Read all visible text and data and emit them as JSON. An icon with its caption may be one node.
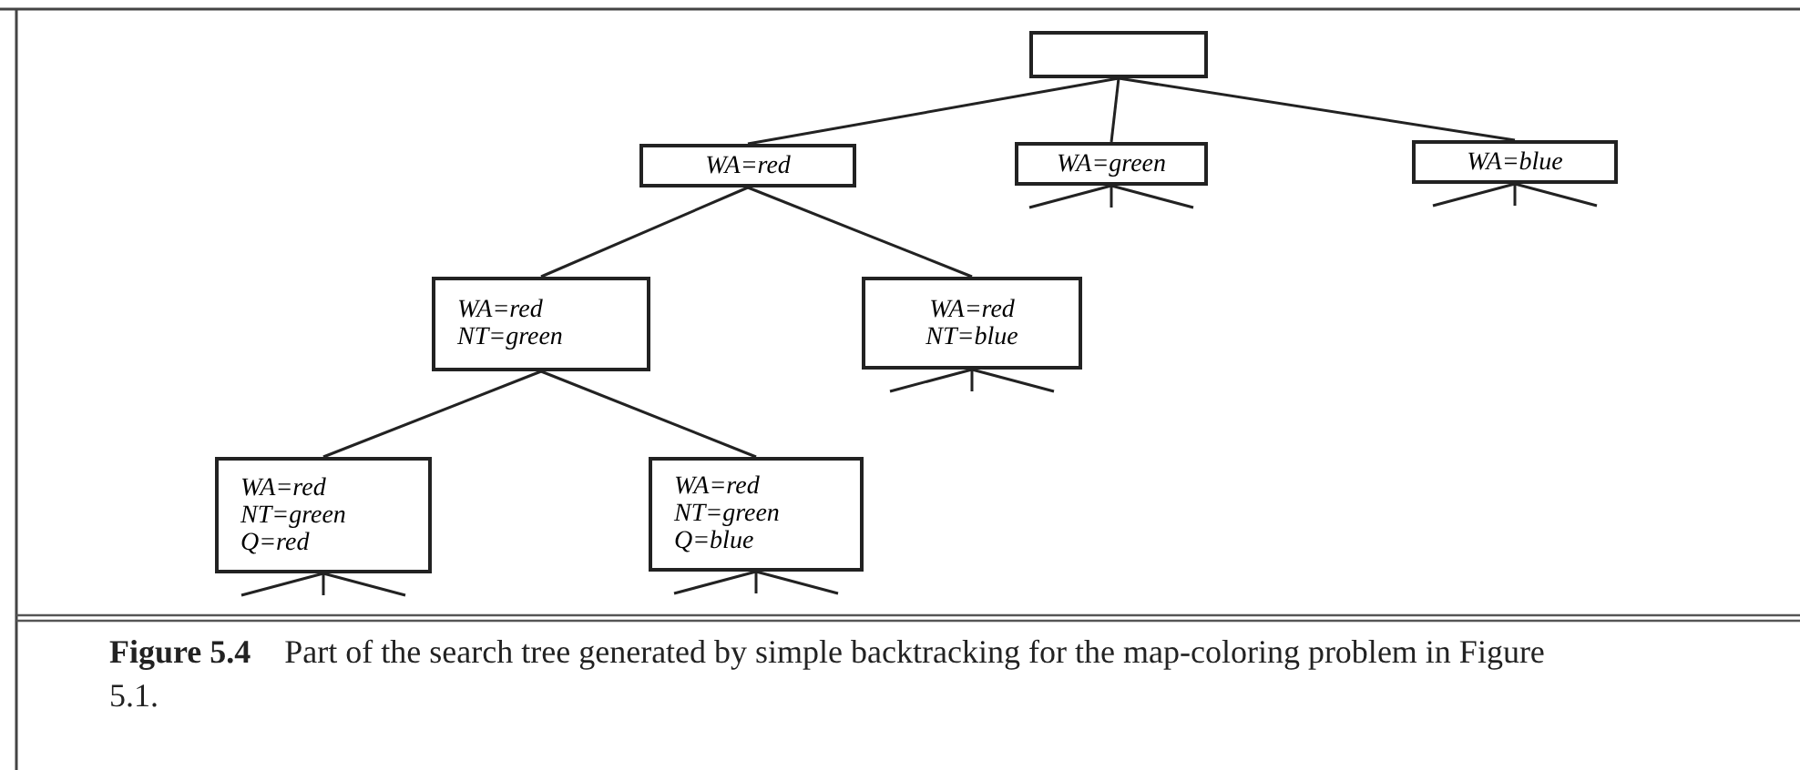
{
  "diagram": {
    "caption": "**Figure 5.4** Part of the search tree generated by simple backtracking for the map-coloring problem in Figure 5.1.",
    "nodes": [
      {
        "text": [],
        "shape": "box"
      },
      {
        "text": [
          "WA=red"
        ]
      },
      {
        "text": [
          "WA=green"
        ]
      },
      {
        "text": [
          "WA=blue"
        ]
      },
      {
        "text": [
          "WA=red",
          "NT=green"
        ]
      },
      {
        "text": [
          "WA=red",
          "NT=blue"
        ]
      },
      {
        "text": [
          "WA=red",
          "NT=green",
          "Q=red"
        ]
      },
      {
        "text": [
          "WA=red",
          "NT=green",
          "Q=blue"
        ]
      }
    ],
    "edges": [
      {
        "from": 0,
        "to": 1,
        "arrow": "none"
      },
      {
        "from": 0,
        "to": 2,
        "arrow": "none"
      },
      {
        "from": 0,
        "to": 3,
        "arrow": "none"
      },
      {
        "from": 1,
        "to": 4,
        "arrow": "none"
      },
      {
        "from": 1,
        "to": 5,
        "arrow": "none"
      },
      {
        "from": 4,
        "to": 6,
        "arrow": "none"
      },
      {
        "from": 4,
        "to": 7,
        "arrow": "none"
      },
      {
        "from": 2,
        "to": null,
        "arrow": "none"
      },
      {
        "from": 2,
        "to": null,
        "arrow": "none"
      },
      {
        "from": 2,
        "to": null,
        "arrow": "none"
      },
      {
        "from": 3,
        "to": null,
        "arrow": "none"
      },
      {
        "from": 3,
        "to": null,
        "arrow": "none"
      },
      {
        "from": 3,
        "to": null,
        "arrow": "none"
      },
      {
        "from": 5,
        "to": null,
        "arrow": "none"
      },
      {
        "from": 5,
        "to": null,
        "arrow": "none"
      },
      {
        "from": 5,
        "to": null,
        "arrow": "none"
      },
      {
        "from": 6,
        "to": null,
        "arrow": "none"
      },
      {
        "from": 6,
        "to": null,
        "arrow": "none"
      },
      {
        "from": 6,
        "to": null,
        "arrow": "none"
      },
      {
        "from": 7,
        "to": null,
        "arrow": "none"
      },
      {
        "from": 7,
        "to": null,
        "arrow": "none"
      },
      {
        "from": 7,
        "to": null,
        "arrow": "none"
      }
    ]
  }
}
